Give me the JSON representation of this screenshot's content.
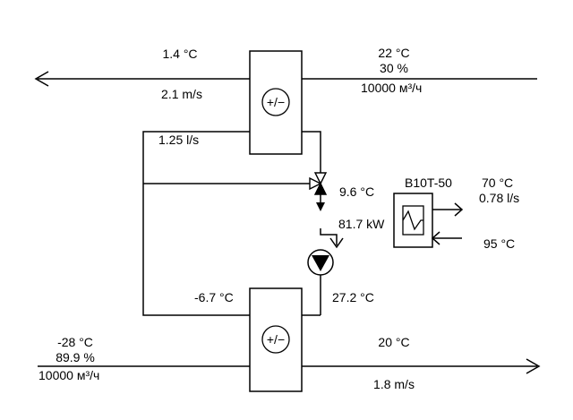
{
  "upper_exchanger": {
    "supply_temp": "1.4 °C",
    "supply_velocity": "2.1 m/s",
    "exhaust_temp": "22 °C",
    "exhaust_humidity": "30 %",
    "exhaust_flow": "10000 м³/ч",
    "glycol_flow": "1.25 l/s"
  },
  "valve_temp": "9.6 °C",
  "heater": {
    "model": "B10T-50",
    "power": "81.7 kW",
    "out_temp": "70 °C",
    "out_flow": "0.78 l/s",
    "in_temp": "95 °C"
  },
  "lower_exchanger": {
    "loop_temp_left": "-6.7 °C",
    "loop_temp_right": "27.2 °C",
    "outdoor_temp": "-28 °C",
    "outdoor_humidity": "89.9 %",
    "outdoor_flow": "10000 м³/ч",
    "supply_temp": "20 °C",
    "supply_velocity": "1.8 m/s"
  },
  "exchanger_symbol": "+/−"
}
